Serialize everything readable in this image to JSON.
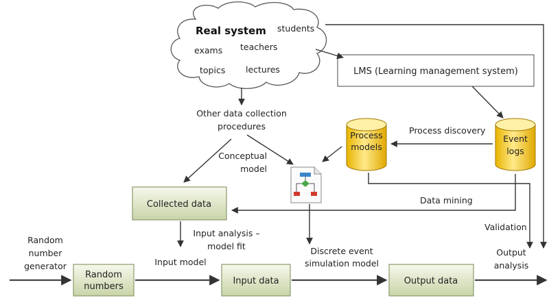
{
  "cloud": {
    "title": "Real system",
    "items": [
      "students",
      "exams",
      "teachers",
      "topics",
      "lectures"
    ]
  },
  "lms": "LMS (Learning management system)",
  "other_data": [
    "Other data collection",
    "procedures"
  ],
  "process_discovery": "Process discovery",
  "process_models": [
    "Process",
    "models"
  ],
  "event_logs": [
    "Event",
    "logs"
  ],
  "conceptual_model": [
    "Conceptual",
    "model"
  ],
  "collected_data": "Collected data",
  "data_mining": "Data mining",
  "validation": "Validation",
  "input_analysis": [
    "Input analysis –",
    "model fit"
  ],
  "random_gen": [
    "Random",
    "number",
    "generator"
  ],
  "input_model": "Input model",
  "des_model": [
    "Discrete event",
    "simulation model"
  ],
  "output_analysis": [
    "Output",
    "analysis"
  ],
  "random_numbers": [
    "Random",
    "numbers"
  ],
  "input_data": "Input data",
  "output_data": "Output data",
  "colors": {
    "box_light": "#f6f8ec",
    "box_dark": "#c9d4a8",
    "cyl_light": "#ffe98a",
    "cyl_dark": "#e8b400"
  }
}
